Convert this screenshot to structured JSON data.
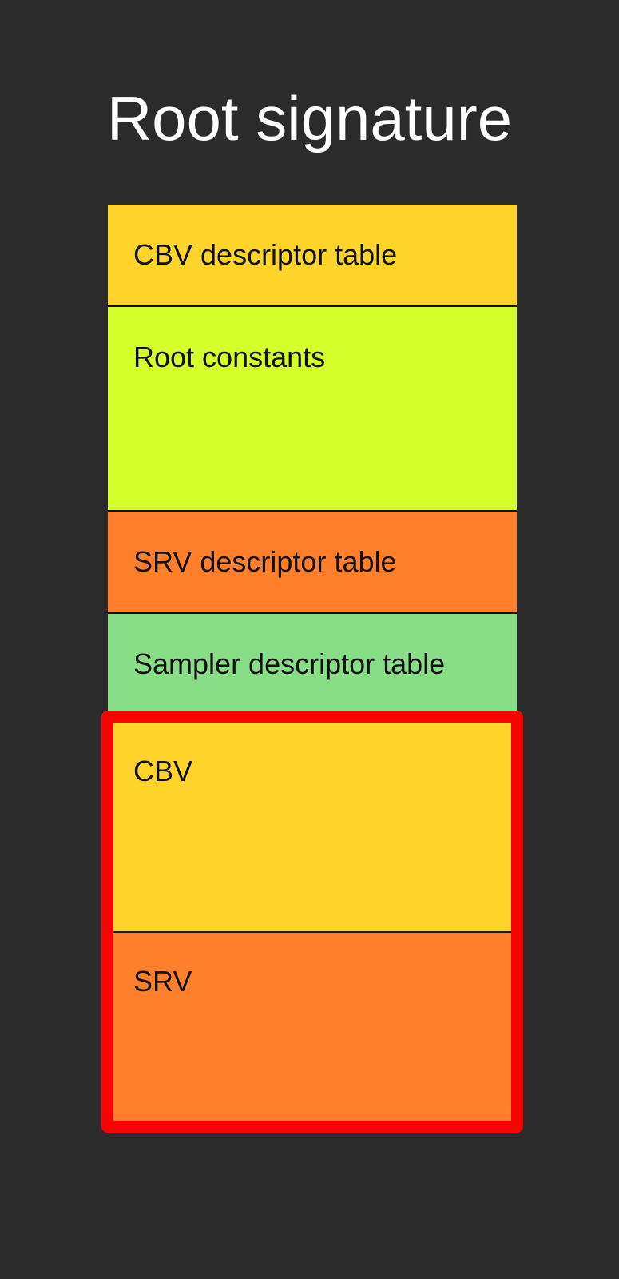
{
  "title": "Root signature",
  "colors": {
    "background": "#2b2b2b",
    "cbv": "#ffd42a",
    "root_constants": "#d4ff2a",
    "srv": "#ff7f2a",
    "sampler": "#87de87",
    "highlight": "#ff0000"
  },
  "slots": [
    {
      "label": "CBV descriptor table"
    },
    {
      "label": "Root constants"
    },
    {
      "label": "SRV descriptor table"
    },
    {
      "label": "Sampler descriptor table"
    }
  ],
  "root_descriptors": [
    {
      "label": "CBV"
    },
    {
      "label": "SRV"
    }
  ]
}
